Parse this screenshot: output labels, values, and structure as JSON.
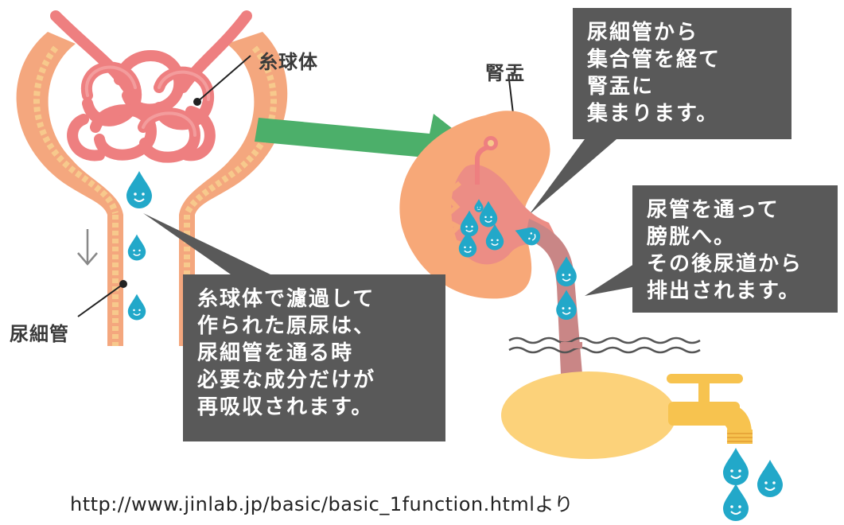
{
  "labels": {
    "glomerulus": "糸球体",
    "renal_pelvis": "腎盂",
    "renal_tubule": "尿細管"
  },
  "callouts": {
    "filtration": [
      "糸球体で濾過して",
      "作られた原尿は、",
      "尿細管を通る時",
      "必要な成分だけが",
      "再吸収されます。"
    ],
    "collecting": [
      "尿細管から",
      "集合管を経て",
      "腎盂に",
      "集まります。"
    ],
    "excretion": [
      "尿管を通って",
      "膀胱へ。",
      "その後尿道から",
      "排出されます。"
    ]
  },
  "caption": "http://www.jinlab.jp/basic/basic_1function.htmlより",
  "colors": {
    "tubule_outer": "#f4a77e",
    "tubule_inner": "#f7c98c",
    "glomerulus": "#ee7f80",
    "kidney": "#f7a878",
    "kidney_inner": "#ec8d85",
    "ureter": "#c98686",
    "bladder": "#fcd27a",
    "faucet": "#f7c34f",
    "drop": "#22a8c9",
    "arrow": "#4caf6a",
    "callout_bg": "#595959"
  }
}
